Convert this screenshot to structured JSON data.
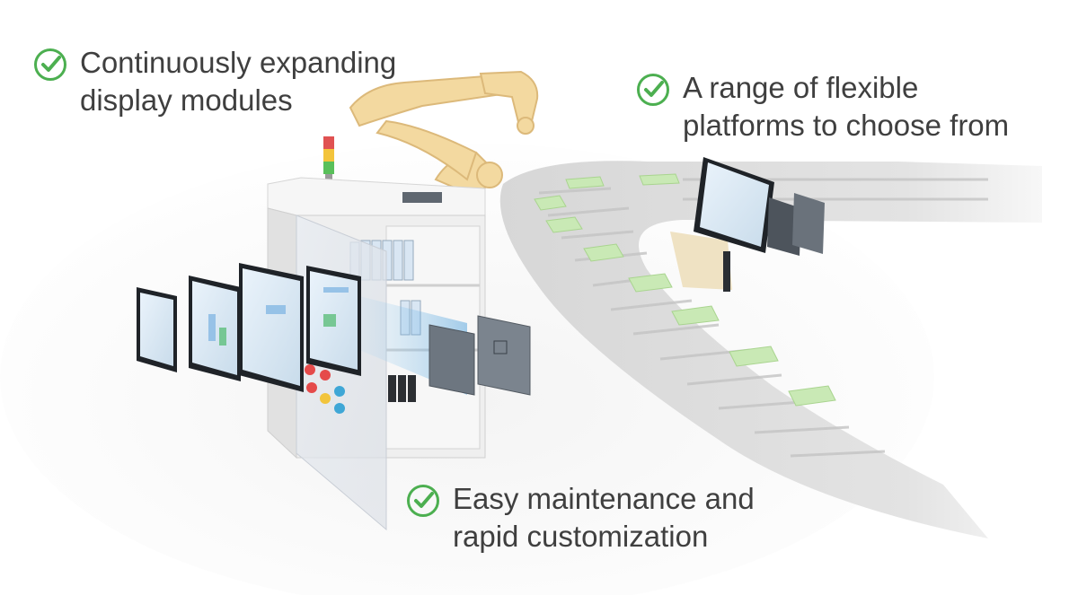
{
  "features": [
    {
      "icon": "check-circle-icon",
      "lines": [
        "Continuously expanding",
        "display modules"
      ]
    },
    {
      "icon": "check-circle-icon",
      "lines": [
        "A range of flexible",
        "platforms to choose from"
      ]
    },
    {
      "icon": "check-circle-icon",
      "lines": [
        "Easy maintenance and",
        "rapid customization"
      ]
    }
  ],
  "colors": {
    "check": "#4caf50",
    "text": "#3f3f3f",
    "robot_arm": "#f3d9a0",
    "conveyor_card": "#c9e9b5",
    "cabinet": "#ececec"
  }
}
